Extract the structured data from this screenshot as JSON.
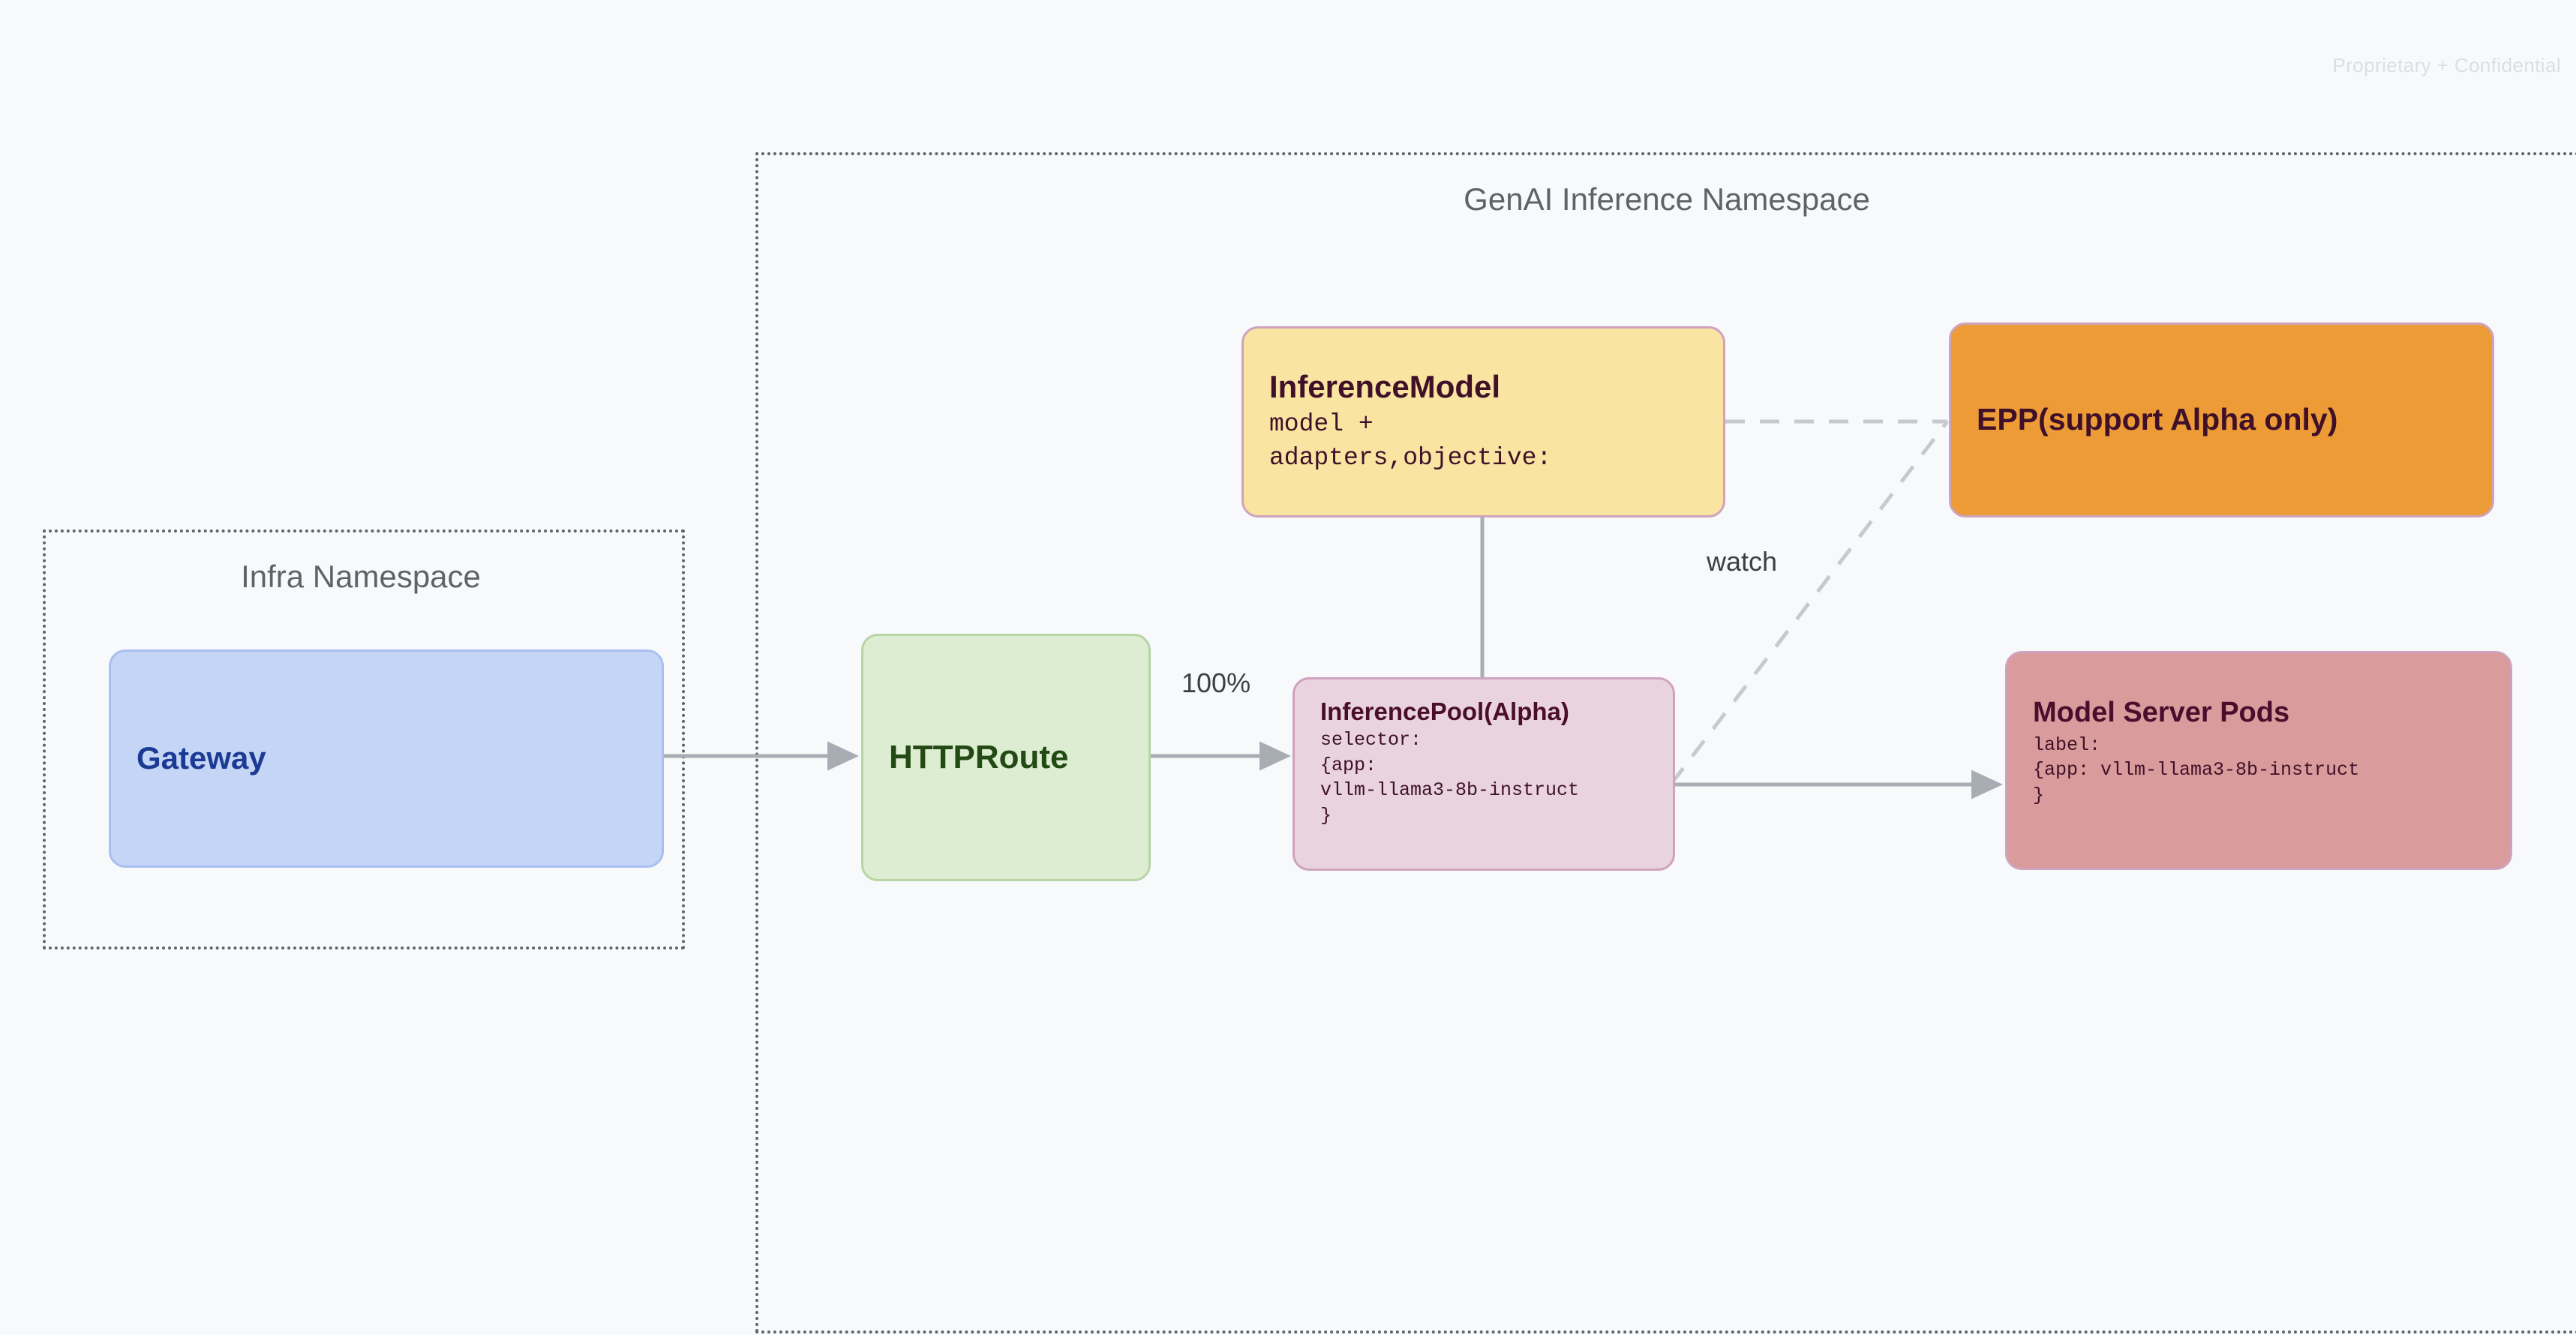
{
  "page": {
    "watermark": "Proprietary + Confidential",
    "background_color": "#f8f9fb"
  },
  "namespaces": [
    {
      "id": "infra",
      "title": "Infra Namespace",
      "border_color": "#5f6368"
    },
    {
      "id": "genai",
      "title": "GenAI Inference Namespace",
      "border_color": "#5f6368"
    }
  ],
  "nodes": {
    "gateway": {
      "title": "Gateway",
      "fill": "#c5d5f5",
      "text_color": "#1b3a93"
    },
    "httproute": {
      "title": "HTTPRoute",
      "fill": "#ddedd1",
      "text_color": "#234a14"
    },
    "inferencemodel": {
      "title": "InferenceModel",
      "body": "model +\nadapters,objective:",
      "fill": "#f9e4a2",
      "text_color": "#3f1028"
    },
    "inferencepool": {
      "title": "InferencePool(Alpha)",
      "body": "selector:\n{app:\nvllm-llama3-8b-instruct\n}",
      "fill": "#e9d3df",
      "text_color": "#4a0d2c"
    },
    "epp": {
      "title": "EPP(support Alpha only)",
      "fill": "#ec9b37",
      "text_color": "#3f1028"
    },
    "modelserverpods": {
      "title": "Model Server Pods",
      "body": "label:\n{app: vllm-llama3-8b-instruct\n}",
      "fill": "#d99b9b",
      "text_color": "#4a0d2c"
    }
  },
  "edges": [
    {
      "id": "gateway-to-httproute",
      "from": "gateway",
      "to": "httproute",
      "label": "",
      "style": "solid-arrow"
    },
    {
      "id": "httproute-to-inferencepool",
      "from": "httproute",
      "to": "inferencepool",
      "label": "100%",
      "style": "solid-arrow"
    },
    {
      "id": "inferencemodel-to-inferencepool",
      "from": "inferencemodel",
      "to": "inferencepool",
      "label": "",
      "style": "solid-line"
    },
    {
      "id": "inferencepool-to-modelserverpods",
      "from": "inferencepool",
      "to": "modelserverpods",
      "label": "",
      "style": "solid-arrow"
    },
    {
      "id": "inferencemodel-to-epp",
      "from": "inferencemodel",
      "to": "epp",
      "label": "",
      "style": "dashed"
    },
    {
      "id": "inferencepool-to-epp",
      "from": "inferencepool",
      "to": "epp",
      "label": "watch",
      "style": "dashed"
    }
  ],
  "edge_labels": {
    "traffic_weight": "100%",
    "watch": "watch"
  }
}
